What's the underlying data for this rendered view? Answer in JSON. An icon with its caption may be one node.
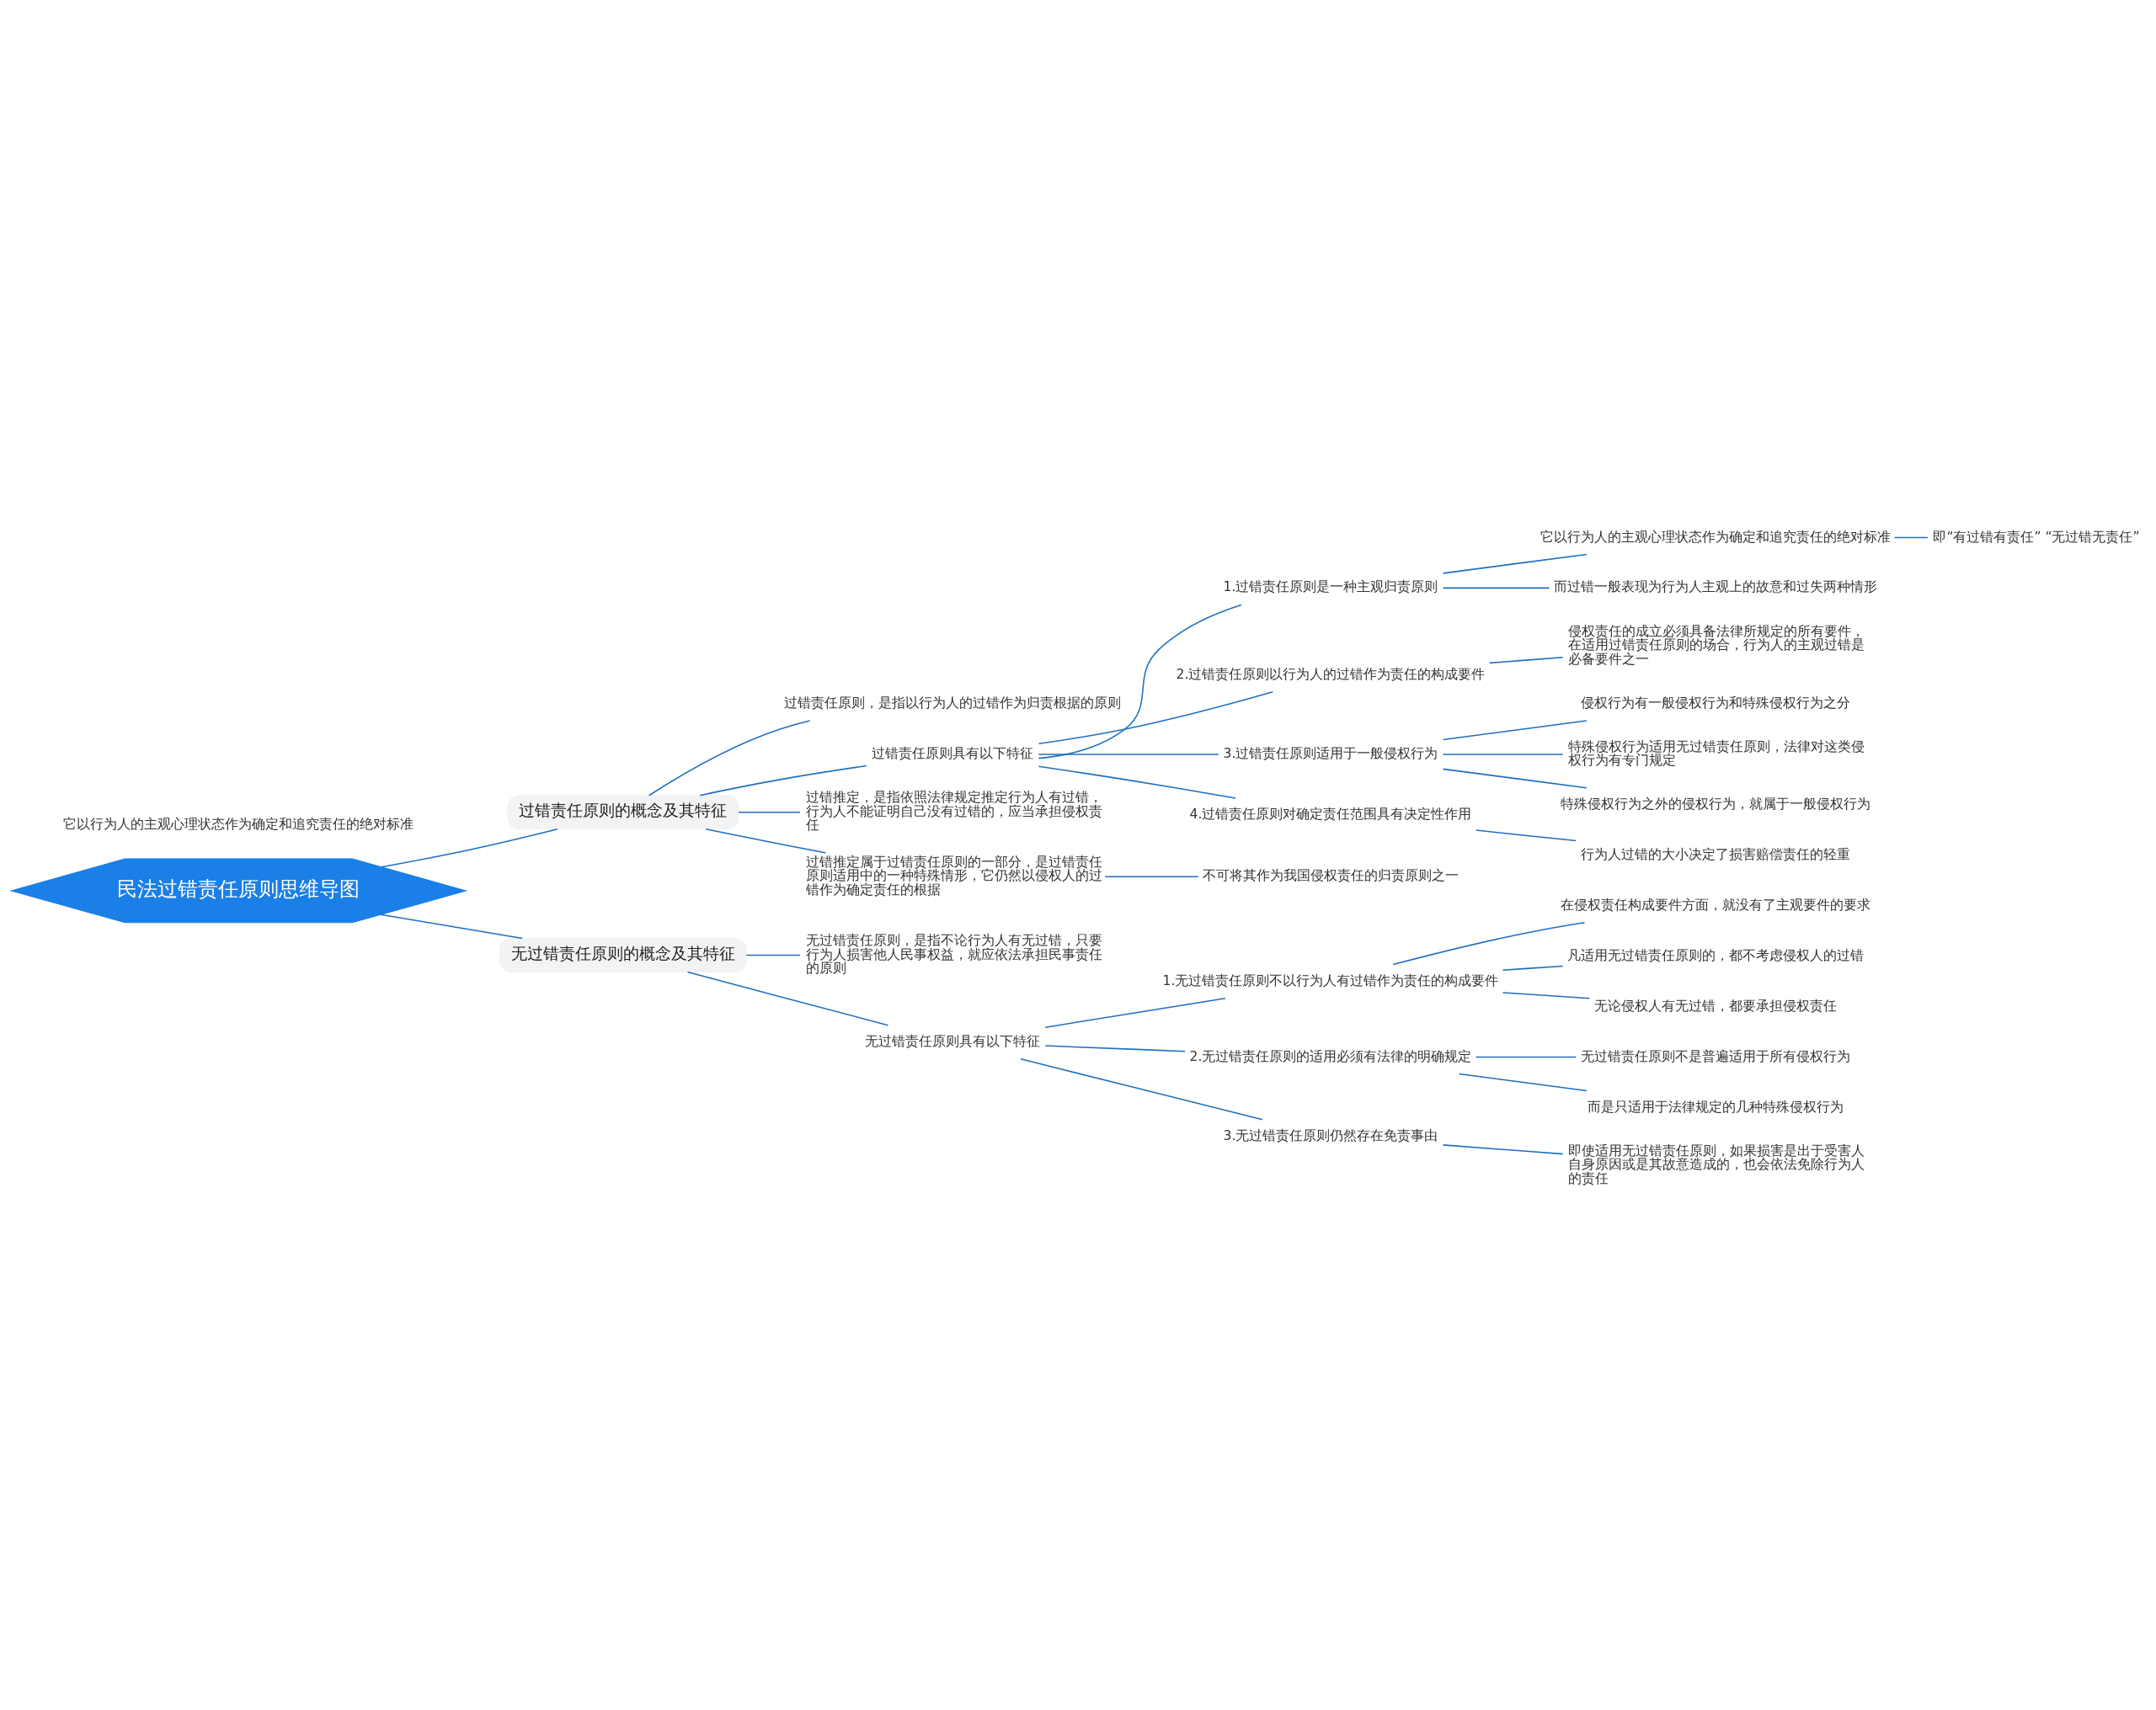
{
  "diagram": {
    "nodes": [
      {
        "text": [
          "民法过错责任原则思维导图"
        ]
      },
      {
        "text": [
          "过错责任原则的概念及其特征"
        ]
      },
      {
        "text": [
          "过错责任原则，是指以行为人的过错作为归责根据的原则"
        ]
      },
      {
        "text": [
          "过错责任原则具有以下特征"
        ]
      },
      {
        "text": [
          "1.过错责任原则是一种主观归责原则"
        ]
      },
      {
        "text": [
          "它以行为人的主观心理状态作为确定和追究责任的绝对标准"
        ]
      },
      {
        "text": [
          "即“有过错有责任” “无过错无责任”"
        ]
      },
      {
        "text": [
          "而过错一般表现为行为人主观上的故意和过失两种情形"
        ]
      },
      {
        "text": [
          "2.过错责任原则以行为人的过错作为责任的构成要件"
        ]
      },
      {
        "text": [
          "侵权责任的成立必须具备法律所规定的所有要件，在适用过错责任原则的场合，行为人的主观过错是必备要件之一"
        ]
      },
      {
        "text": [
          "3.过错责任原则适用于一般侵权行为"
        ]
      },
      {
        "text": [
          "侵权行为有一般侵权行为和特殊侵权行为之分"
        ]
      },
      {
        "text": [
          "特殊侵权行为适用无过错责任原则，法律对这类侵权行为有专门规定"
        ]
      },
      {
        "text": [
          "特殊侵权行为之外的侵权行为，就属于一般侵权行为"
        ]
      },
      {
        "text": [
          "4.过错责任原则对确定责任范围具有决定性作用"
        ]
      },
      {
        "text": [
          "行为人过错的大小决定了损害赔偿责任的轻重"
        ]
      },
      {
        "text": [
          "过错推定，是指依照法律规定推定行为人有过错，行为人不能证明自己没有过错的，应当承担侵权责任"
        ]
      },
      {
        "text": [
          "过错推定属于过错责任原则的一部分，是过错责任原则适用中的一种特殊情形，它仍然以侵权人的过错作为确定责任的根据"
        ]
      },
      {
        "text": [
          "不可将其作为我国侵权责任的归责原则之一"
        ]
      },
      {
        "text": [
          "无过错责任原则的概念及其特征"
        ]
      },
      {
        "text": [
          "无过错责任原则，是指不论行为人有无过错，只要行为人损害他人民事权益，就应依法承担民事责任的原则"
        ]
      },
      {
        "text": [
          "无过错责任原则具有以下特征"
        ]
      },
      {
        "text": [
          "1.无过错责任原则不以行为人有过错作为责任的构成要件"
        ]
      },
      {
        "text": [
          "在侵权责任构成要件方面，就没有了主观要件的要求"
        ]
      },
      {
        "text": [
          "凡适用无过错责任原则的，都不考虑侵权人的过错"
        ]
      },
      {
        "text": [
          "无论侵权人有无过错，都要承担侵权责任"
        ]
      },
      {
        "text": [
          "2.无过错责任原则的适用必须有法律的明确规定"
        ]
      },
      {
        "text": [
          "无过错责任原则不是普遍适用于所有侵权行为"
        ]
      },
      {
        "text": [
          "而是只适用于法律规定的几种特殊侵权行为"
        ]
      },
      {
        "text": [
          "3.无过错责任原则仍然存在免责事由"
        ]
      },
      {
        "text": [
          "即使适用无过错责任原则，如果损害是出于受害人自身原因或是其故意造成的，也会依法免除行为人的责任"
        ]
      }
    ],
    "edges": [
      {
        "from": 0,
        "to": 1,
        "arrow": "none"
      },
      {
        "from": 1,
        "to": 2,
        "arrow": "none"
      },
      {
        "from": 1,
        "to": 3,
        "arrow": "none"
      },
      {
        "from": 3,
        "to": 4,
        "arrow": "none"
      },
      {
        "from": 4,
        "to": 5,
        "arrow": "none"
      },
      {
        "from": 5,
        "to": 6,
        "arrow": "none"
      },
      {
        "from": 4,
        "to": 7,
        "arrow": "none"
      },
      {
        "from": 3,
        "to": 8,
        "arrow": "none"
      },
      {
        "from": 8,
        "to": 9,
        "arrow": "none"
      },
      {
        "from": 3,
        "to": 10,
        "arrow": "none"
      },
      {
        "from": 10,
        "to": 11,
        "arrow": "none"
      },
      {
        "from": 10,
        "to": 12,
        "arrow": "none"
      },
      {
        "from": 10,
        "to": 13,
        "arrow": "none"
      },
      {
        "from": 3,
        "to": 14,
        "arrow": "none"
      },
      {
        "from": 14,
        "to": 15,
        "arrow": "none"
      },
      {
        "from": 1,
        "to": 16,
        "arrow": "none"
      },
      {
        "from": 1,
        "to": 17,
        "arrow": "none"
      },
      {
        "from": 17,
        "to": 18,
        "arrow": "none"
      },
      {
        "from": 0,
        "to": 19,
        "arrow": "none"
      },
      {
        "from": 19,
        "to": 20,
        "arrow": "none"
      },
      {
        "from": 19,
        "to": 21,
        "arrow": "none"
      },
      {
        "from": 21,
        "to": 22,
        "arrow": "none"
      },
      {
        "from": 22,
        "to": 23,
        "arrow": "none"
      },
      {
        "from": 22,
        "to": 24,
        "arrow": "none"
      },
      {
        "from": 22,
        "to": 25,
        "arrow": "none"
      },
      {
        "from": 21,
        "to": 26,
        "arrow": "none"
      },
      {
        "from": 26,
        "to": 27,
        "arrow": "none"
      },
      {
        "from": 26,
        "to": 28,
        "arrow": "none"
      },
      {
        "from": 21,
        "to": 29,
        "arrow": "none"
      },
      {
        "from": 29,
        "to": 30,
        "arrow": "none"
      }
    ],
    "labels": [
      "它以行为人的主观心理状态作为确定和追究责任的绝对标准"
    ]
  }
}
